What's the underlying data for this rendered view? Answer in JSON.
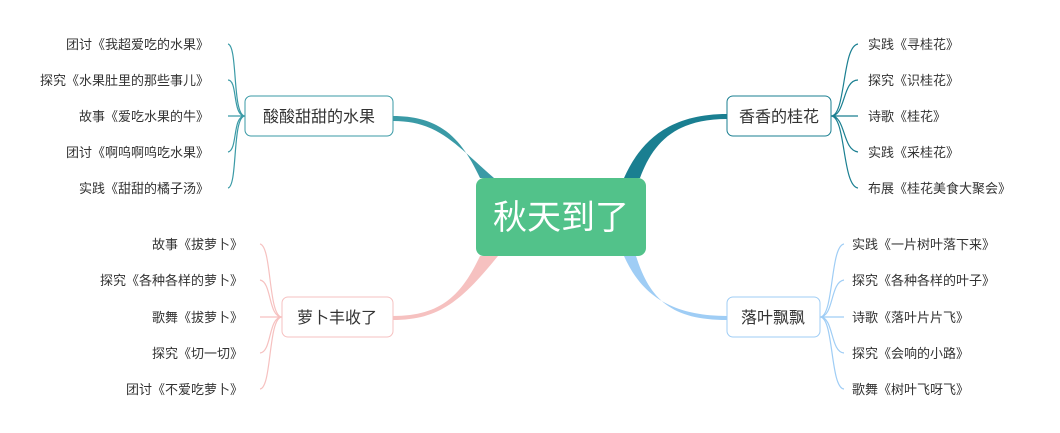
{
  "center": {
    "label": "秋天到了",
    "color": "#52C28A"
  },
  "branches": [
    {
      "label": "酸酸甜甜的水果",
      "color": "#3A9AA6",
      "leaves": [
        "团讨《我超爱吃的水果》",
        "探究《水果肚里的那些事儿》",
        "故事《爱吃水果的牛》",
        "团讨《啊呜啊呜吃水果》",
        "实践《甜甜的橘子汤》"
      ]
    },
    {
      "label": "香香的桂花",
      "color": "#1A7F91",
      "leaves": [
        "实践《寻桂花》",
        "探究《识桂花》",
        "诗歌《桂花》",
        "实践《采桂花》",
        "布展《桂花美食大聚会》"
      ]
    },
    {
      "label": "萝卜丰收了",
      "color": "#F6C1C0",
      "leaves": [
        "故事《拔萝卜》",
        "探究《各种各样的萝卜》",
        "歌舞《拔萝卜》",
        "探究《切一切》",
        "团讨《不爱吃萝卜》"
      ]
    },
    {
      "label": "落叶飘飘",
      "color": "#9FCDF5",
      "leaves": [
        "实践《一片树叶落下来》",
        "探究《各种各样的叶子》",
        "诗歌《落叶片片飞》",
        "探究《会响的小路》",
        "歌舞《树叶飞呀飞》"
      ]
    }
  ]
}
